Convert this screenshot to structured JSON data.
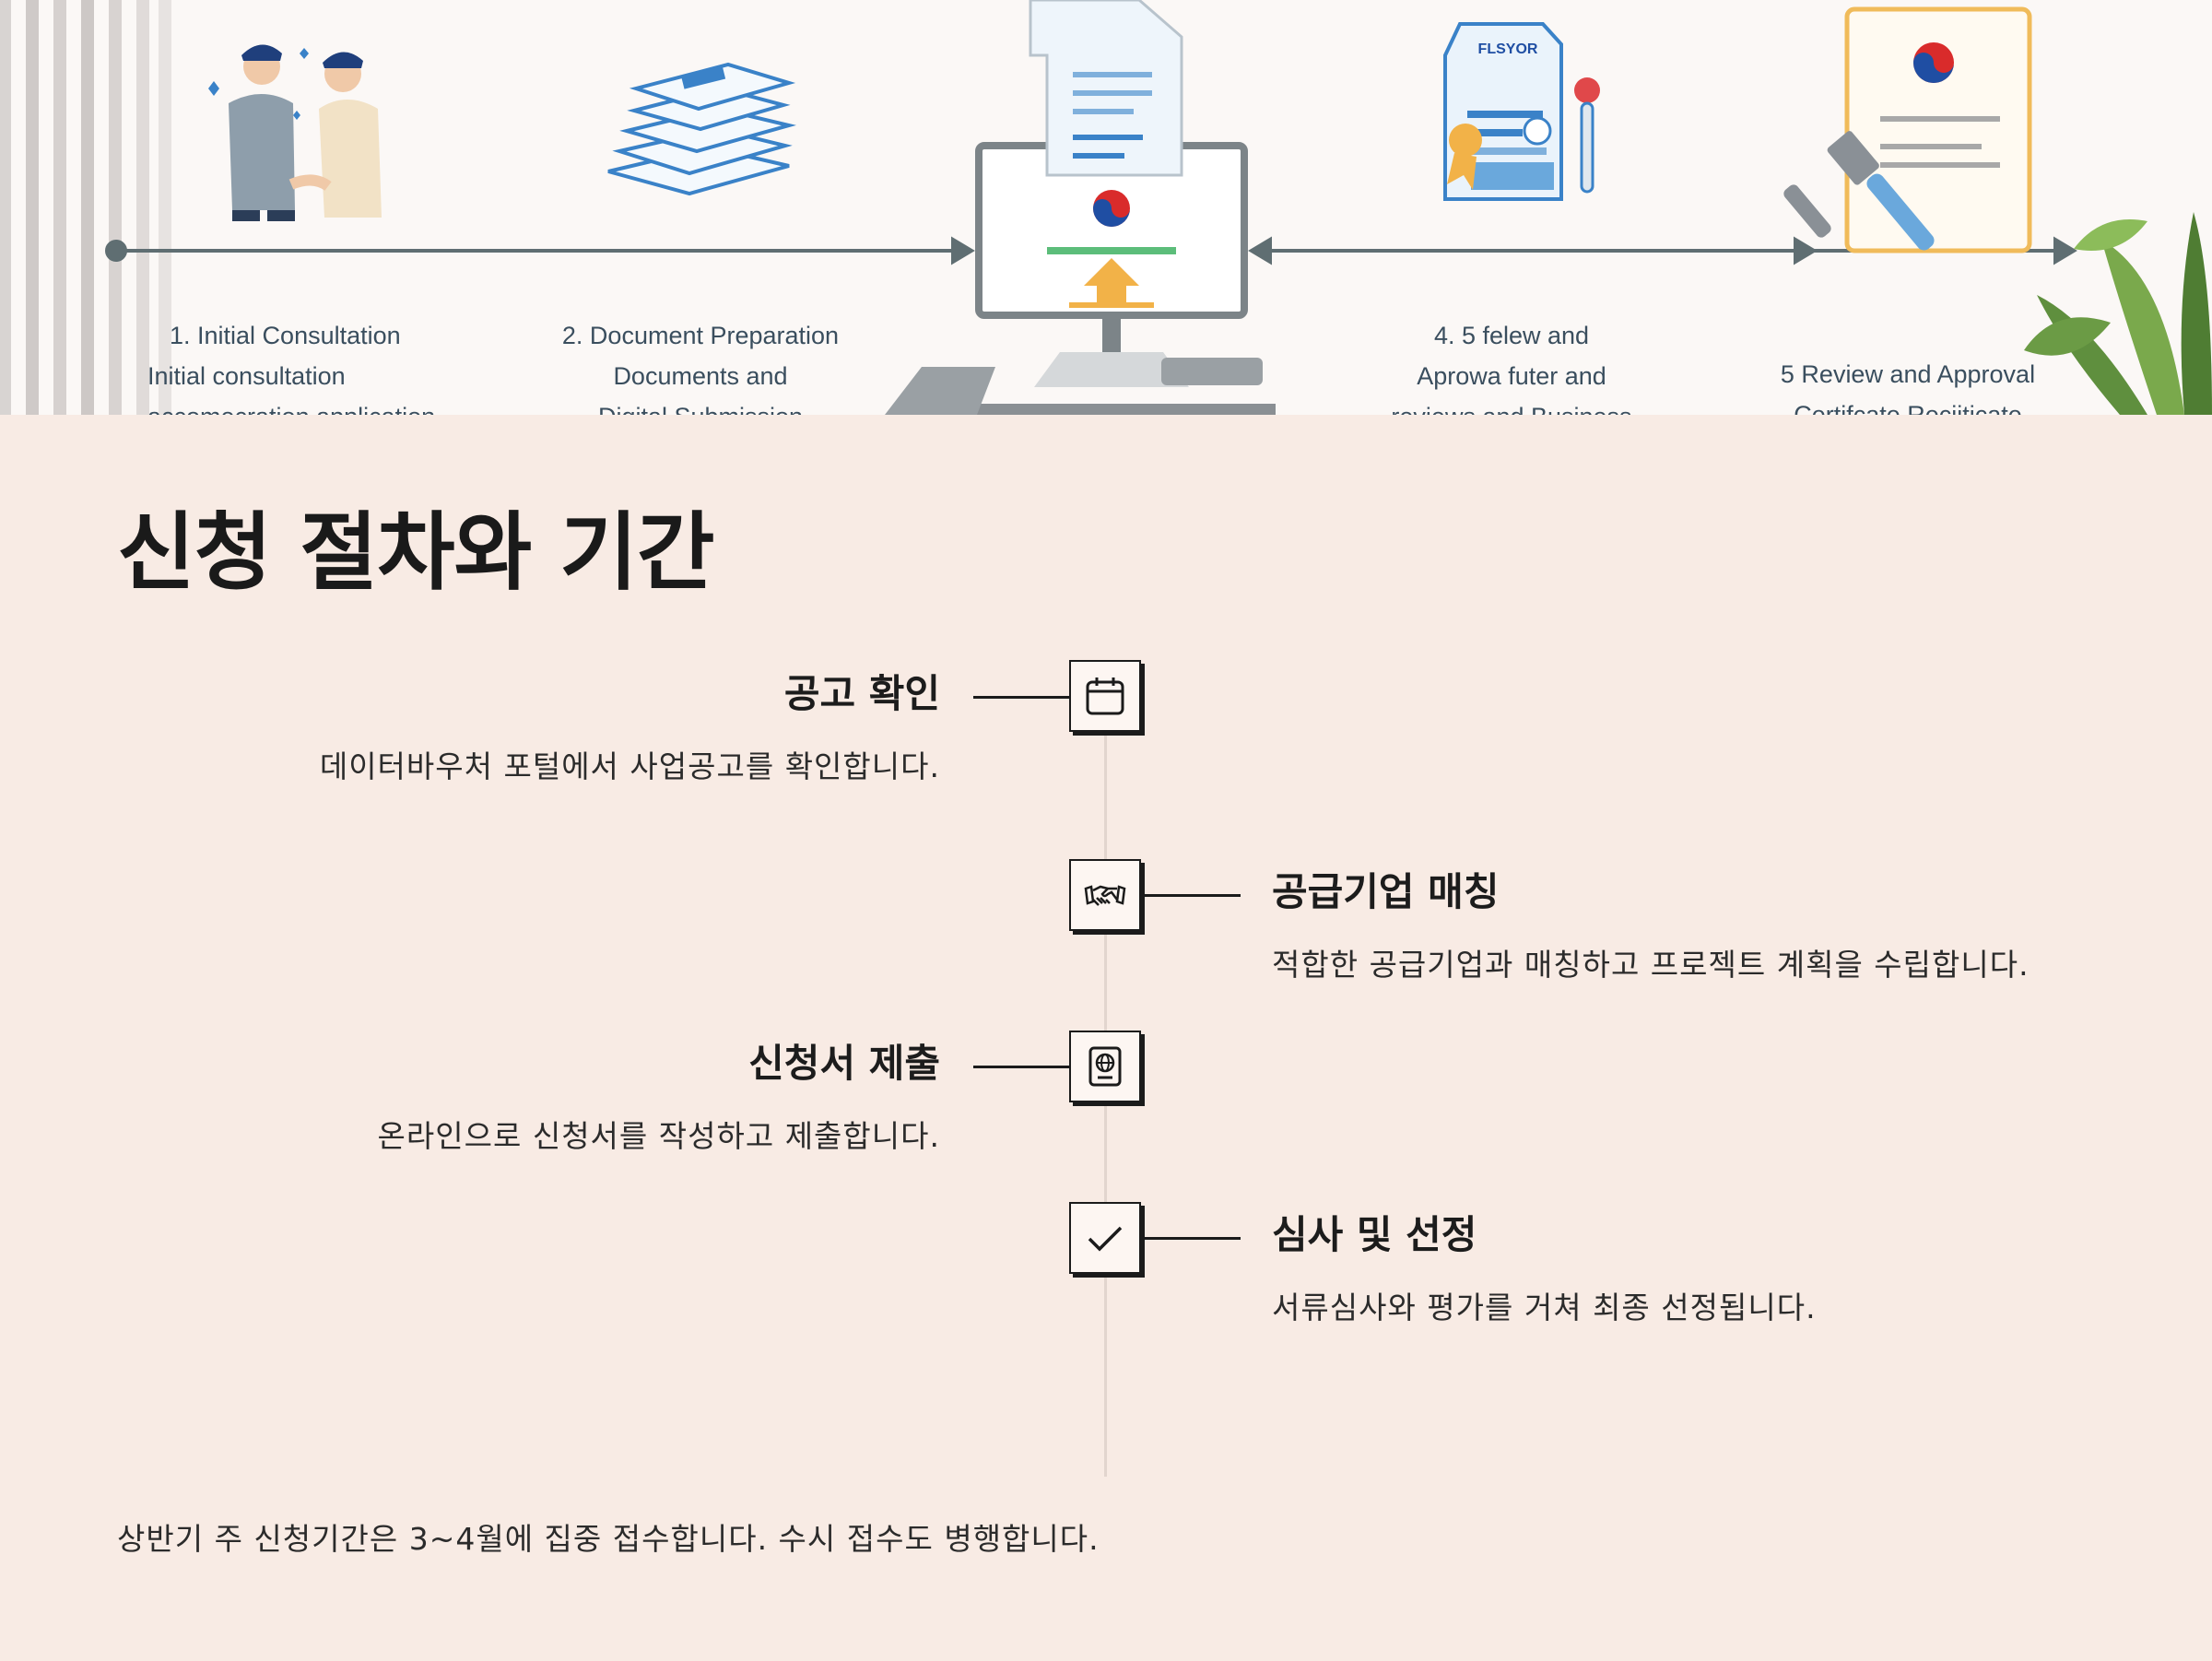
{
  "banner": {
    "steps": [
      {
        "line1": "1. Initial Consultation",
        "line2": "Initial consultation",
        "line3": "accomecration application"
      },
      {
        "line1": "2. Document Preparation",
        "line2": "Documents and",
        "line3": "Digital Submission"
      },
      {
        "line1": "4. 5 felew and",
        "line2": "Aprowa futer and",
        "line3": "reviews and Business"
      },
      {
        "line1": "5 Review and Approval",
        "line2": "Certifcate Recijticate"
      }
    ],
    "certificate_label": "FLSYOR"
  },
  "page_title": "신청 절차와 기간",
  "steps": [
    {
      "title": "공고 확인",
      "description": "데이터바우처 포털에서 사업공고를 확인합니다.",
      "icon": "calendar-icon"
    },
    {
      "title": "공급기업 매칭",
      "description": "적합한 공급기업과 매칭하고 프로젝트 계획을 수립합니다.",
      "icon": "handshake-icon"
    },
    {
      "title": "신청서 제출",
      "description": "온라인으로 신청서를 작성하고 제출합니다.",
      "icon": "passport-icon"
    },
    {
      "title": "심사 및 선정",
      "description": "서류심사와 평가를 거쳐 최종 선정됩니다.",
      "icon": "checkmark-icon"
    }
  ],
  "footnote": "상반기 주 신청기간은 3~4월에 집중 접수합니다. 수시 접수도 병행합니다.",
  "colors": {
    "background": "#f8ebe4",
    "icon_border": "#1b1b1b",
    "timeline": "#e2d5ce",
    "banner_accent": "#3a82c8",
    "flag_red": "#d92b2b",
    "flag_blue": "#1f4ea3"
  }
}
